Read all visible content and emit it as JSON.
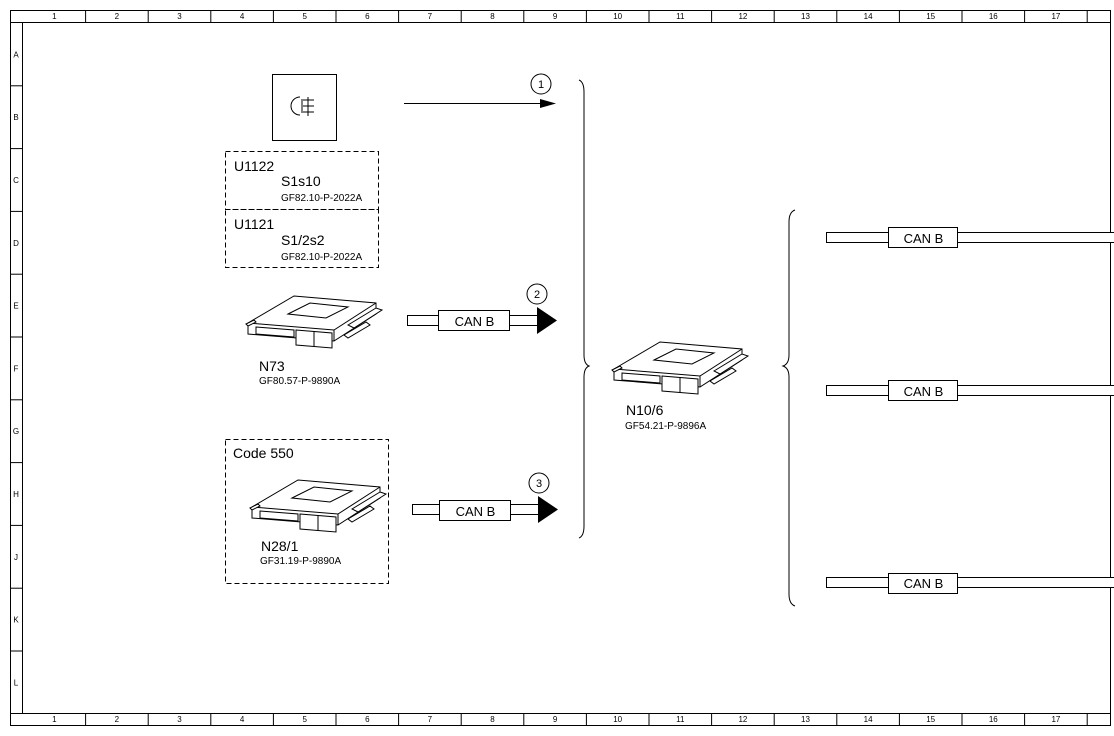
{
  "border": {
    "columns": [
      "1",
      "2",
      "3",
      "4",
      "5",
      "6",
      "7",
      "8",
      "9",
      "10",
      "11",
      "12",
      "13",
      "14",
      "15",
      "16",
      "17"
    ],
    "rows": [
      "A",
      "B",
      "C",
      "D",
      "E",
      "F",
      "G",
      "H",
      "J",
      "K",
      "L"
    ]
  },
  "components": {
    "fog_lamp_switch": {
      "icon": "rear-fog-lamp-icon"
    },
    "dashed_box_1": {
      "code": "U1122",
      "component": "S1s10",
      "reference": "GF82.10-P-2022A"
    },
    "dashed_box_2": {
      "code": "U1121",
      "component": "S1/2s2",
      "reference": "GF82.10-P-2022A"
    },
    "module_n73": {
      "name": "N73",
      "reference": "GF80.57-P-9890A"
    },
    "code_box": {
      "code": "Code 550",
      "name": "N28/1",
      "reference": "GF31.19-P-9890A"
    },
    "module_n10_6": {
      "name": "N10/6",
      "reference": "GF54.21-P-9896A"
    }
  },
  "connections": {
    "markers": [
      "1",
      "2",
      "3"
    ],
    "bus_label": "CAN B",
    "right_bus_labels": [
      "CAN B",
      "CAN B",
      "CAN B"
    ]
  }
}
